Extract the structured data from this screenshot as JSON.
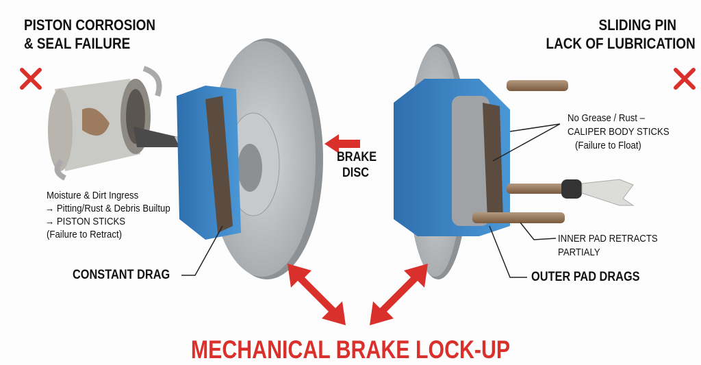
{
  "left_panel": {
    "title_line1": "PISTON CORROSION",
    "title_line2": "& SEAL FAILURE",
    "status_icon": "red-x-icon",
    "note_line1": "Moisture & Dirt Ingress",
    "note_line2": "→ Pitting/Rust & Debris Builtup",
    "note_line3": "→ PISTON STICKS",
    "note_line4": "(Failure to Retract)",
    "callout": "CONSTANT DRAG"
  },
  "center": {
    "disc_label_line1": "BRAKE",
    "disc_label_line2": "DISC"
  },
  "right_panel": {
    "title_line1": "SLIDING PIN",
    "title_line2": "LACK OF LUBRICATION",
    "status_icon": "red-x-icon",
    "note_line1": "No Grease / Rust –",
    "note_line2": "CALIPER BODY STICKS",
    "note_line3": "(Failure to Float)",
    "inner_pad_line1": "INNER PAD RETRACTS",
    "inner_pad_line2": "PARTIALY",
    "callout": "OUTER PAD DRAGS"
  },
  "footer": {
    "title": "MECHANICAL BRAKE LOCK-UP"
  },
  "colors": {
    "accent_red": "#d9302b",
    "caliper_blue": "#3d86c6",
    "disc_grey": "#b9bcbf"
  }
}
